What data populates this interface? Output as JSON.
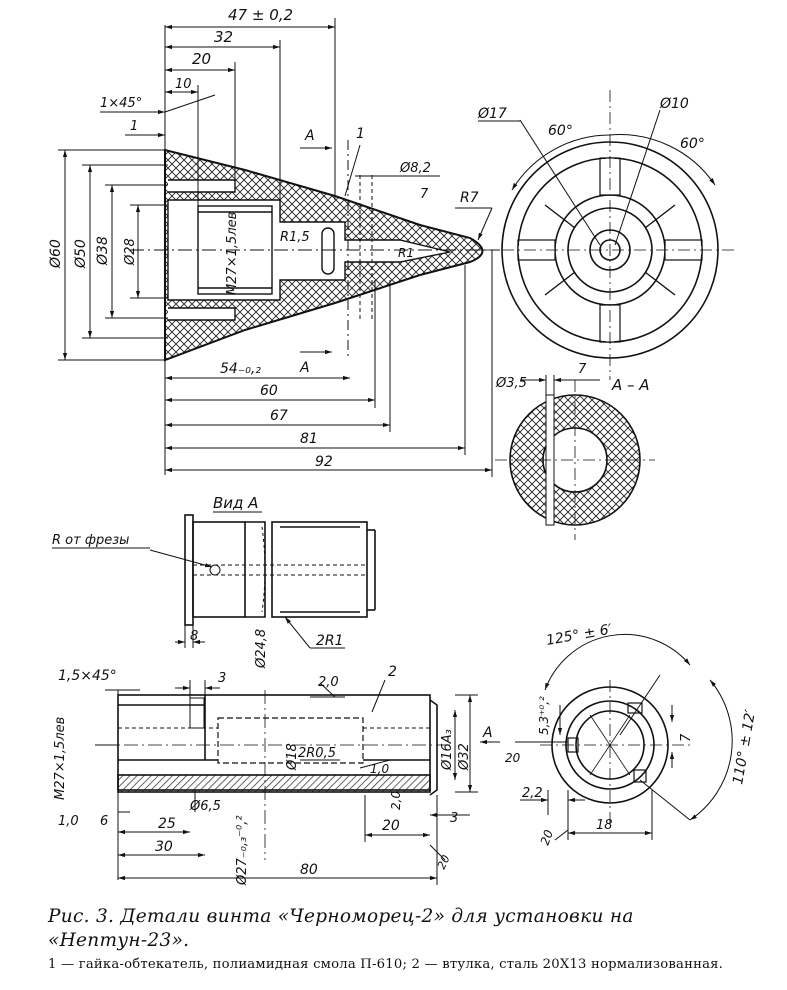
{
  "caption": {
    "title": "Рис. 3. Детали винта «Черноморец-2» для установки на «Нептун-23».",
    "legend": "1 — гайка-обтекатель, полиамидная смола П-610; 2 — втулка, сталь 20Х13 нормализованная."
  },
  "dims": {
    "d47": "47 ± 0,2",
    "d32": "32",
    "d20": "20",
    "d10": "10",
    "chamfer": "1×45°",
    "d1": "1",
    "secA": "A",
    "leader1": "1",
    "d82": "Ø8,2",
    "r7": "R7",
    "r15": "R1,5",
    "r1": "R1",
    "d60": "Ø60",
    "d50": "Ø50",
    "d38": "Ø38",
    "d28": "Ø28",
    "thread_nut": "M27×1,5лев",
    "d54": "54₋₀,₂",
    "l60": "60",
    "l67": "67",
    "l81": "81",
    "l92": "92",
    "d17": "Ø17",
    "d10dia": "Ø10",
    "ang60a": "60°",
    "ang60b": "60°",
    "d35": "Ø3,5",
    "d7": "7",
    "sectionAA": "A – A",
    "vidA": "Вид А",
    "cutter": "R от фрезы",
    "d8": "8",
    "d248": "Ø24,8",
    "r2r1": "2R1",
    "ch15": "1,5×45°",
    "d3": "3",
    "rough20": "2,0",
    "leader2": "2",
    "thread_sleeve": "M27×1,5лев",
    "d18": "Ø18",
    "r2r05": "2R0,5",
    "rough10": "1,0",
    "d16a3": "Ø16А₃",
    "d32s": "Ø32",
    "arrowA": "A",
    "d65": "Ø6,5",
    "d6": "6",
    "d25": "25",
    "d30": "30",
    "d80": "80",
    "d27": "Ø27₋₀,₃⁻⁰,²",
    "rough10b": "1,0",
    "rough20b": "2,0",
    "d20b": "20",
    "d3b": "3",
    "rough20c": "20",
    "ang125": "125° ± 6′",
    "ang110": "110° ± 12′",
    "d53": "5,3⁺⁰,²",
    "d7b": "7",
    "d20c": "20",
    "d22": "2,2",
    "d20d": "20",
    "d18b": "18"
  }
}
